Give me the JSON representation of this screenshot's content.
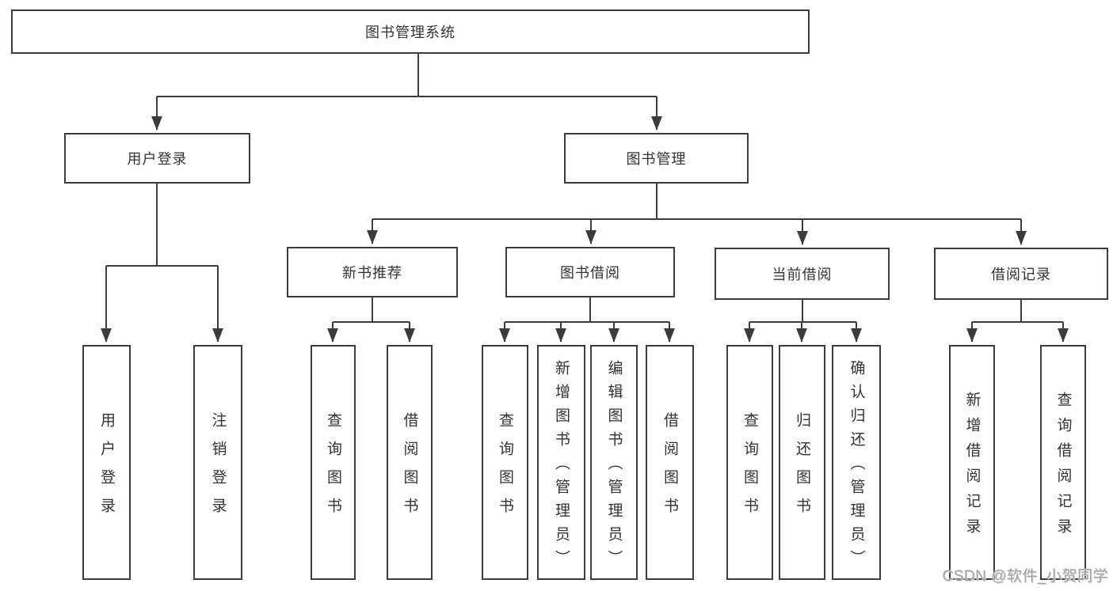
{
  "watermark": "CSDN @软件_小贺同学",
  "line_color": "#3b3b3b",
  "tree": {
    "label": "图书管理系统",
    "children": [
      {
        "label": "用户登录",
        "children": [
          {
            "label": "用户登录"
          },
          {
            "label": "注销登录"
          }
        ]
      },
      {
        "label": "图书管理",
        "children": [
          {
            "label": "新书推荐",
            "children": [
              {
                "label": "查询图书"
              },
              {
                "label": "借阅图书"
              }
            ]
          },
          {
            "label": "图书借阅",
            "children": [
              {
                "label": "查询图书"
              },
              {
                "label": "新增图书（管理员）"
              },
              {
                "label": "编辑图书（管理员）"
              },
              {
                "label": "借阅图书"
              }
            ]
          },
          {
            "label": "当前借阅",
            "children": [
              {
                "label": "查询图书"
              },
              {
                "label": "归还图书"
              },
              {
                "label": "确认归还（管理员）"
              }
            ]
          },
          {
            "label": "借阅记录",
            "children": [
              {
                "label": "新增借阅记录"
              },
              {
                "label": "查询借阅记录"
              }
            ]
          }
        ]
      }
    ]
  }
}
